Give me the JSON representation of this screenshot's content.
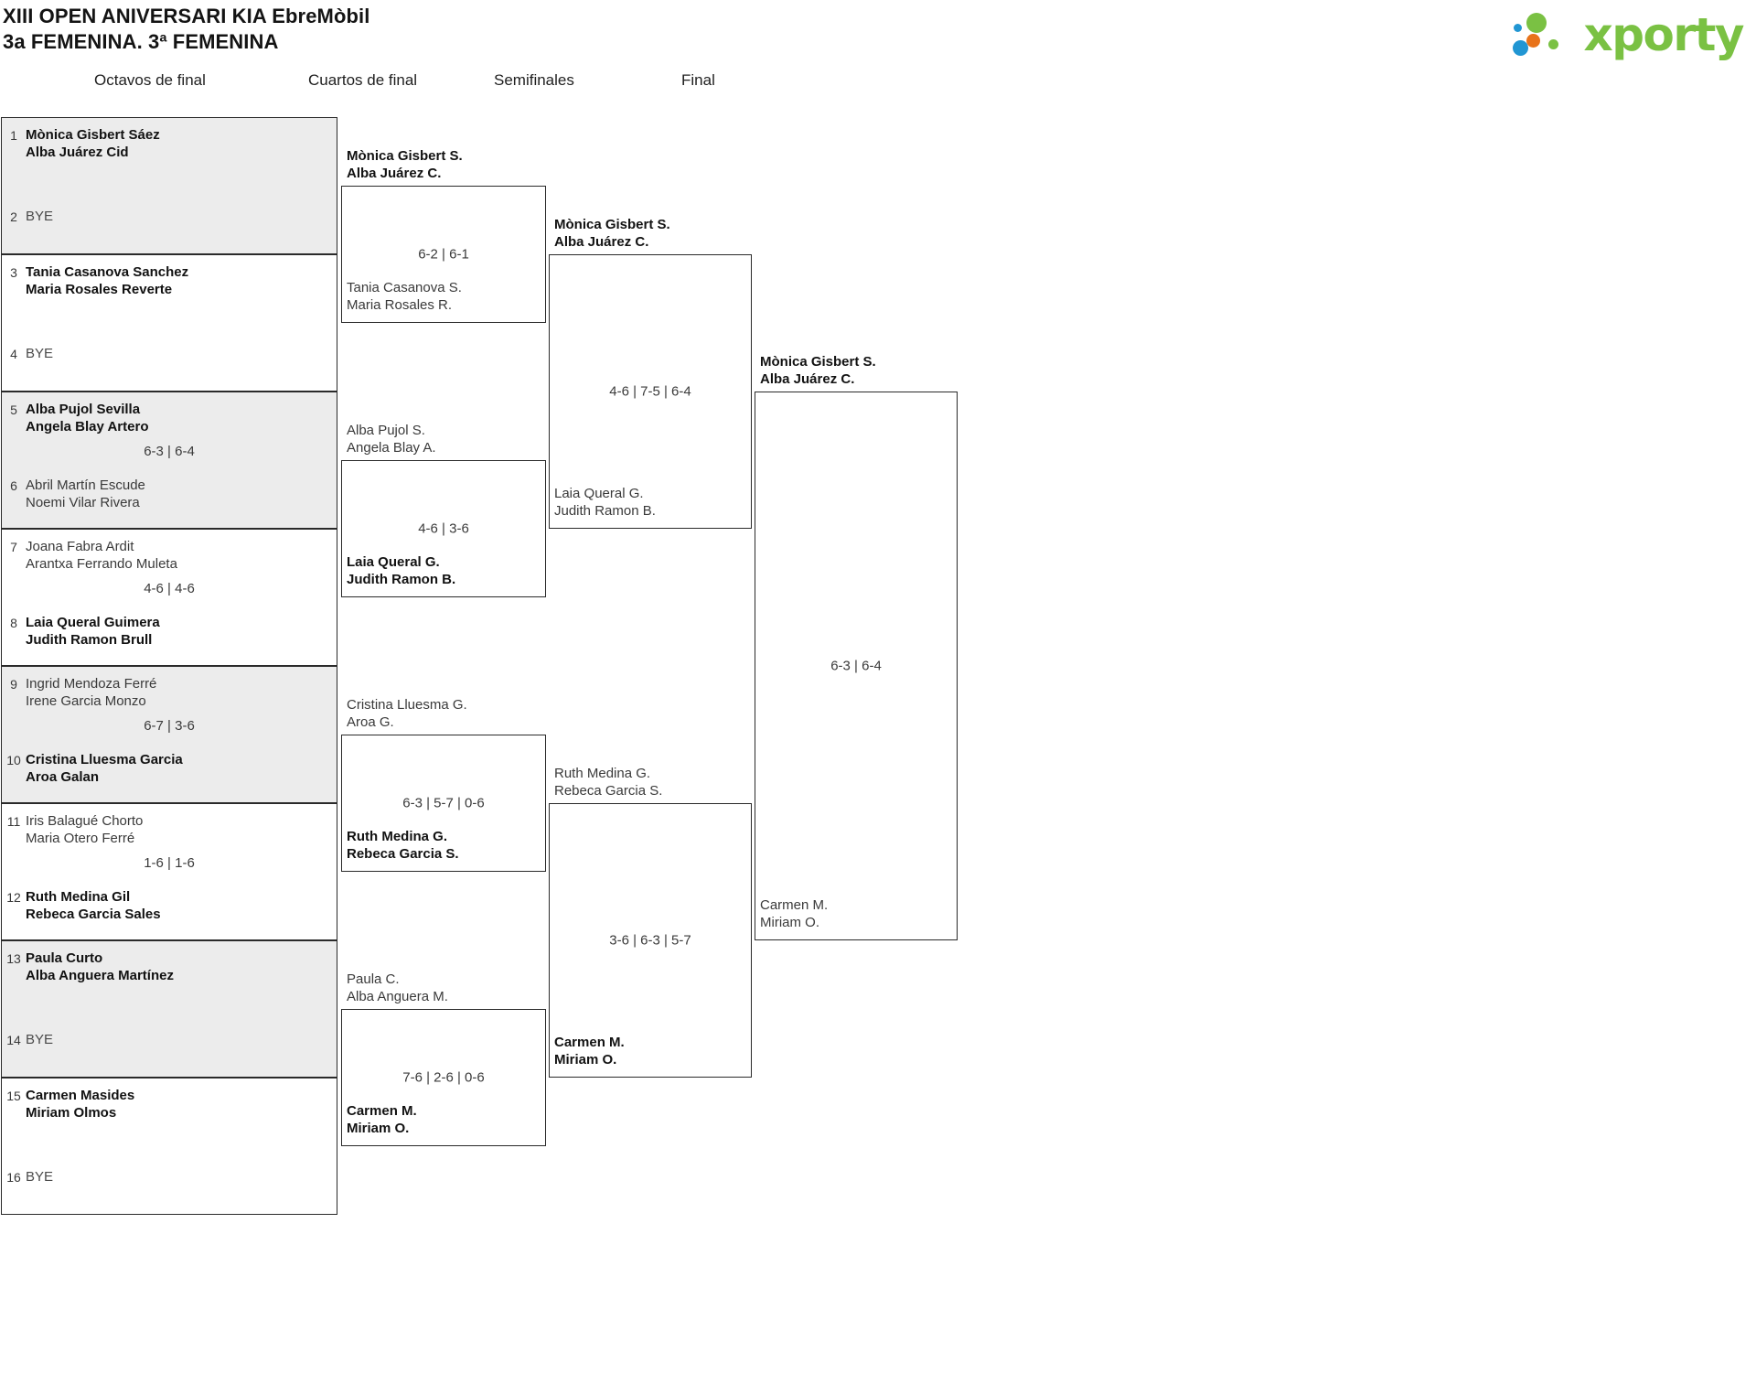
{
  "header": {
    "title_line1": "XIII OPEN ANIVERSARI KIA EbreMòbil",
    "title_line2": "3a FEMENINA. 3ª FEMENINA",
    "logo_word": "xporty",
    "logo_colors": {
      "blue": "#2196d3",
      "orange": "#e8731a",
      "green": "#7ac143"
    }
  },
  "rounds": [
    {
      "label": "Octavos de final"
    },
    {
      "label": "Cuartos de final"
    },
    {
      "label": "Semifinales"
    },
    {
      "label": "Final"
    }
  ],
  "round1": [
    {
      "shaded": true,
      "top": {
        "seed": "1",
        "line1": "Mònica Gisbert Sáez",
        "line2": "Alba Juárez Cid",
        "winner": true,
        "bye": false
      },
      "bottom": {
        "seed": "2",
        "line1": "BYE",
        "line2": "",
        "winner": false,
        "bye": true
      },
      "score": ""
    },
    {
      "shaded": false,
      "top": {
        "seed": "3",
        "line1": "Tania Casanova Sanchez",
        "line2": "Maria Rosales Reverte",
        "winner": true,
        "bye": false
      },
      "bottom": {
        "seed": "4",
        "line1": "BYE",
        "line2": "",
        "winner": false,
        "bye": true
      },
      "score": ""
    },
    {
      "shaded": true,
      "top": {
        "seed": "5",
        "line1": "Alba Pujol Sevilla",
        "line2": "Angela Blay Artero",
        "winner": true,
        "bye": false
      },
      "bottom": {
        "seed": "6",
        "line1": "Abril Martín Escude",
        "line2": "Noemi Vilar Rivera",
        "winner": false,
        "bye": false
      },
      "score": "6-3 | 6-4"
    },
    {
      "shaded": false,
      "top": {
        "seed": "7",
        "line1": "Joana Fabra Ardit",
        "line2": "Arantxa Ferrando Muleta",
        "winner": false,
        "bye": false
      },
      "bottom": {
        "seed": "8",
        "line1": "Laia Queral Guimera",
        "line2": "Judith Ramon Brull",
        "winner": true,
        "bye": false
      },
      "score": "4-6 | 4-6"
    },
    {
      "shaded": true,
      "top": {
        "seed": "9",
        "line1": "Ingrid Mendoza Ferré",
        "line2": "Irene Garcia Monzo",
        "winner": false,
        "bye": false
      },
      "bottom": {
        "seed": "10",
        "line1": "Cristina Lluesma Garcia",
        "line2": "Aroa Galan",
        "winner": true,
        "bye": false
      },
      "score": "6-7 | 3-6"
    },
    {
      "shaded": false,
      "top": {
        "seed": "11",
        "line1": "Iris Balagué Chorto",
        "line2": "Maria Otero Ferré",
        "winner": false,
        "bye": false
      },
      "bottom": {
        "seed": "12",
        "line1": "Ruth Medina Gil",
        "line2": "Rebeca Garcia Sales",
        "winner": true,
        "bye": false
      },
      "score": "1-6 | 1-6"
    },
    {
      "shaded": true,
      "top": {
        "seed": "13",
        "line1": "Paula Curto",
        "line2": "Alba Anguera Martínez",
        "winner": true,
        "bye": false
      },
      "bottom": {
        "seed": "14",
        "line1": "BYE",
        "line2": "",
        "winner": false,
        "bye": true
      },
      "score": ""
    },
    {
      "shaded": false,
      "top": {
        "seed": "15",
        "line1": "Carmen Masides",
        "line2": "Miriam Olmos",
        "winner": true,
        "bye": false
      },
      "bottom": {
        "seed": "16",
        "line1": "BYE",
        "line2": "",
        "winner": false,
        "bye": true
      },
      "score": ""
    }
  ],
  "quarterfinals": [
    {
      "top": {
        "line1": "Mònica Gisbert S.",
        "line2": "Alba Juárez C.",
        "winner": true
      },
      "bottom": {
        "line1": "Tania Casanova S.",
        "line2": "Maria Rosales R.",
        "winner": false
      },
      "score": "6-2 | 6-1"
    },
    {
      "top": {
        "line1": "Alba Pujol S.",
        "line2": "Angela Blay A.",
        "winner": false
      },
      "bottom": {
        "line1": "Laia Queral G.",
        "line2": "Judith Ramon B.",
        "winner": true
      },
      "score": "4-6 | 3-6"
    },
    {
      "top": {
        "line1": "Cristina Lluesma G.",
        "line2": "Aroa G.",
        "winner": false
      },
      "bottom": {
        "line1": "Ruth Medina G.",
        "line2": "Rebeca Garcia S.",
        "winner": true
      },
      "score": "6-3 | 5-7 | 0-6"
    },
    {
      "top": {
        "line1": "Paula C.",
        "line2": "Alba Anguera M.",
        "winner": false
      },
      "bottom": {
        "line1": "Carmen M.",
        "line2": "Miriam O.",
        "winner": true
      },
      "score": "7-6 | 2-6 | 0-6"
    }
  ],
  "semifinals": [
    {
      "top": {
        "line1": "Mònica Gisbert S.",
        "line2": "Alba Juárez C.",
        "winner": true
      },
      "bottom": {
        "line1": "Laia Queral G.",
        "line2": "Judith Ramon B.",
        "winner": false
      },
      "score": "4-6 | 7-5 | 6-4"
    },
    {
      "top": {
        "line1": "Ruth Medina G.",
        "line2": "Rebeca Garcia S.",
        "winner": false
      },
      "bottom": {
        "line1": "Carmen M.",
        "line2": "Miriam O.",
        "winner": true
      },
      "score": "3-6 | 6-3 | 5-7"
    }
  ],
  "final": [
    {
      "top": {
        "line1": "Mònica Gisbert S.",
        "line2": "Alba Juárez C.",
        "winner": true
      },
      "bottom": {
        "line1": "Carmen M.",
        "line2": "Miriam O.",
        "winner": false
      },
      "score": "6-3 | 6-4"
    }
  ]
}
